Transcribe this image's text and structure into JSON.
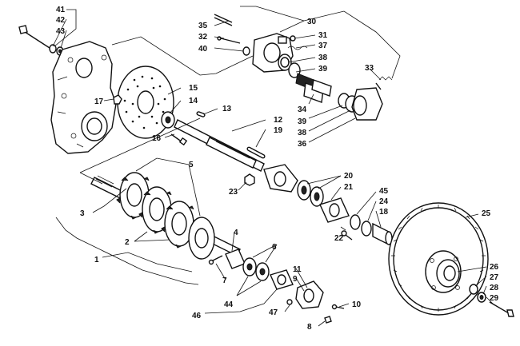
{
  "diagram": {
    "callouts": [
      {
        "id": "c1",
        "text": "1"
      },
      {
        "id": "c2",
        "text": "2"
      },
      {
        "id": "c3",
        "text": "3"
      },
      {
        "id": "c4",
        "text": "4"
      },
      {
        "id": "c5",
        "text": "5"
      },
      {
        "id": "c6",
        "text": "6"
      },
      {
        "id": "c7",
        "text": "7"
      },
      {
        "id": "c8",
        "text": "8"
      },
      {
        "id": "c9",
        "text": "9"
      },
      {
        "id": "c10",
        "text": "10"
      },
      {
        "id": "c11",
        "text": "11"
      },
      {
        "id": "c12",
        "text": "12"
      },
      {
        "id": "c13",
        "text": "13"
      },
      {
        "id": "c14",
        "text": "14"
      },
      {
        "id": "c15",
        "text": "15"
      },
      {
        "id": "c16",
        "text": "16"
      },
      {
        "id": "c17",
        "text": "17"
      },
      {
        "id": "c18",
        "text": "18"
      },
      {
        "id": "c19",
        "text": "19"
      },
      {
        "id": "c20",
        "text": "20"
      },
      {
        "id": "c21",
        "text": "21"
      },
      {
        "id": "c22",
        "text": "22"
      },
      {
        "id": "c23",
        "text": "23"
      },
      {
        "id": "c24",
        "text": "24"
      },
      {
        "id": "c25",
        "text": "25"
      },
      {
        "id": "c26",
        "text": "26"
      },
      {
        "id": "c27",
        "text": "27"
      },
      {
        "id": "c28",
        "text": "28"
      },
      {
        "id": "c29",
        "text": "29"
      },
      {
        "id": "c30",
        "text": "30"
      },
      {
        "id": "c31",
        "text": "31"
      },
      {
        "id": "c32",
        "text": "32"
      },
      {
        "id": "c33",
        "text": "33"
      },
      {
        "id": "c34",
        "text": "34"
      },
      {
        "id": "c35",
        "text": "35"
      },
      {
        "id": "c36",
        "text": "36"
      },
      {
        "id": "c37",
        "text": "37"
      },
      {
        "id": "c38a",
        "text": "38"
      },
      {
        "id": "c38b",
        "text": "38"
      },
      {
        "id": "c39a",
        "text": "39"
      },
      {
        "id": "c39b",
        "text": "39"
      },
      {
        "id": "c40",
        "text": "40"
      },
      {
        "id": "c41",
        "text": "41"
      },
      {
        "id": "c42",
        "text": "42"
      },
      {
        "id": "c43",
        "text": "43"
      },
      {
        "id": "c44",
        "text": "44"
      },
      {
        "id": "c45",
        "text": "45"
      },
      {
        "id": "c46",
        "text": "46"
      },
      {
        "id": "c47",
        "text": "47"
      }
    ]
  }
}
